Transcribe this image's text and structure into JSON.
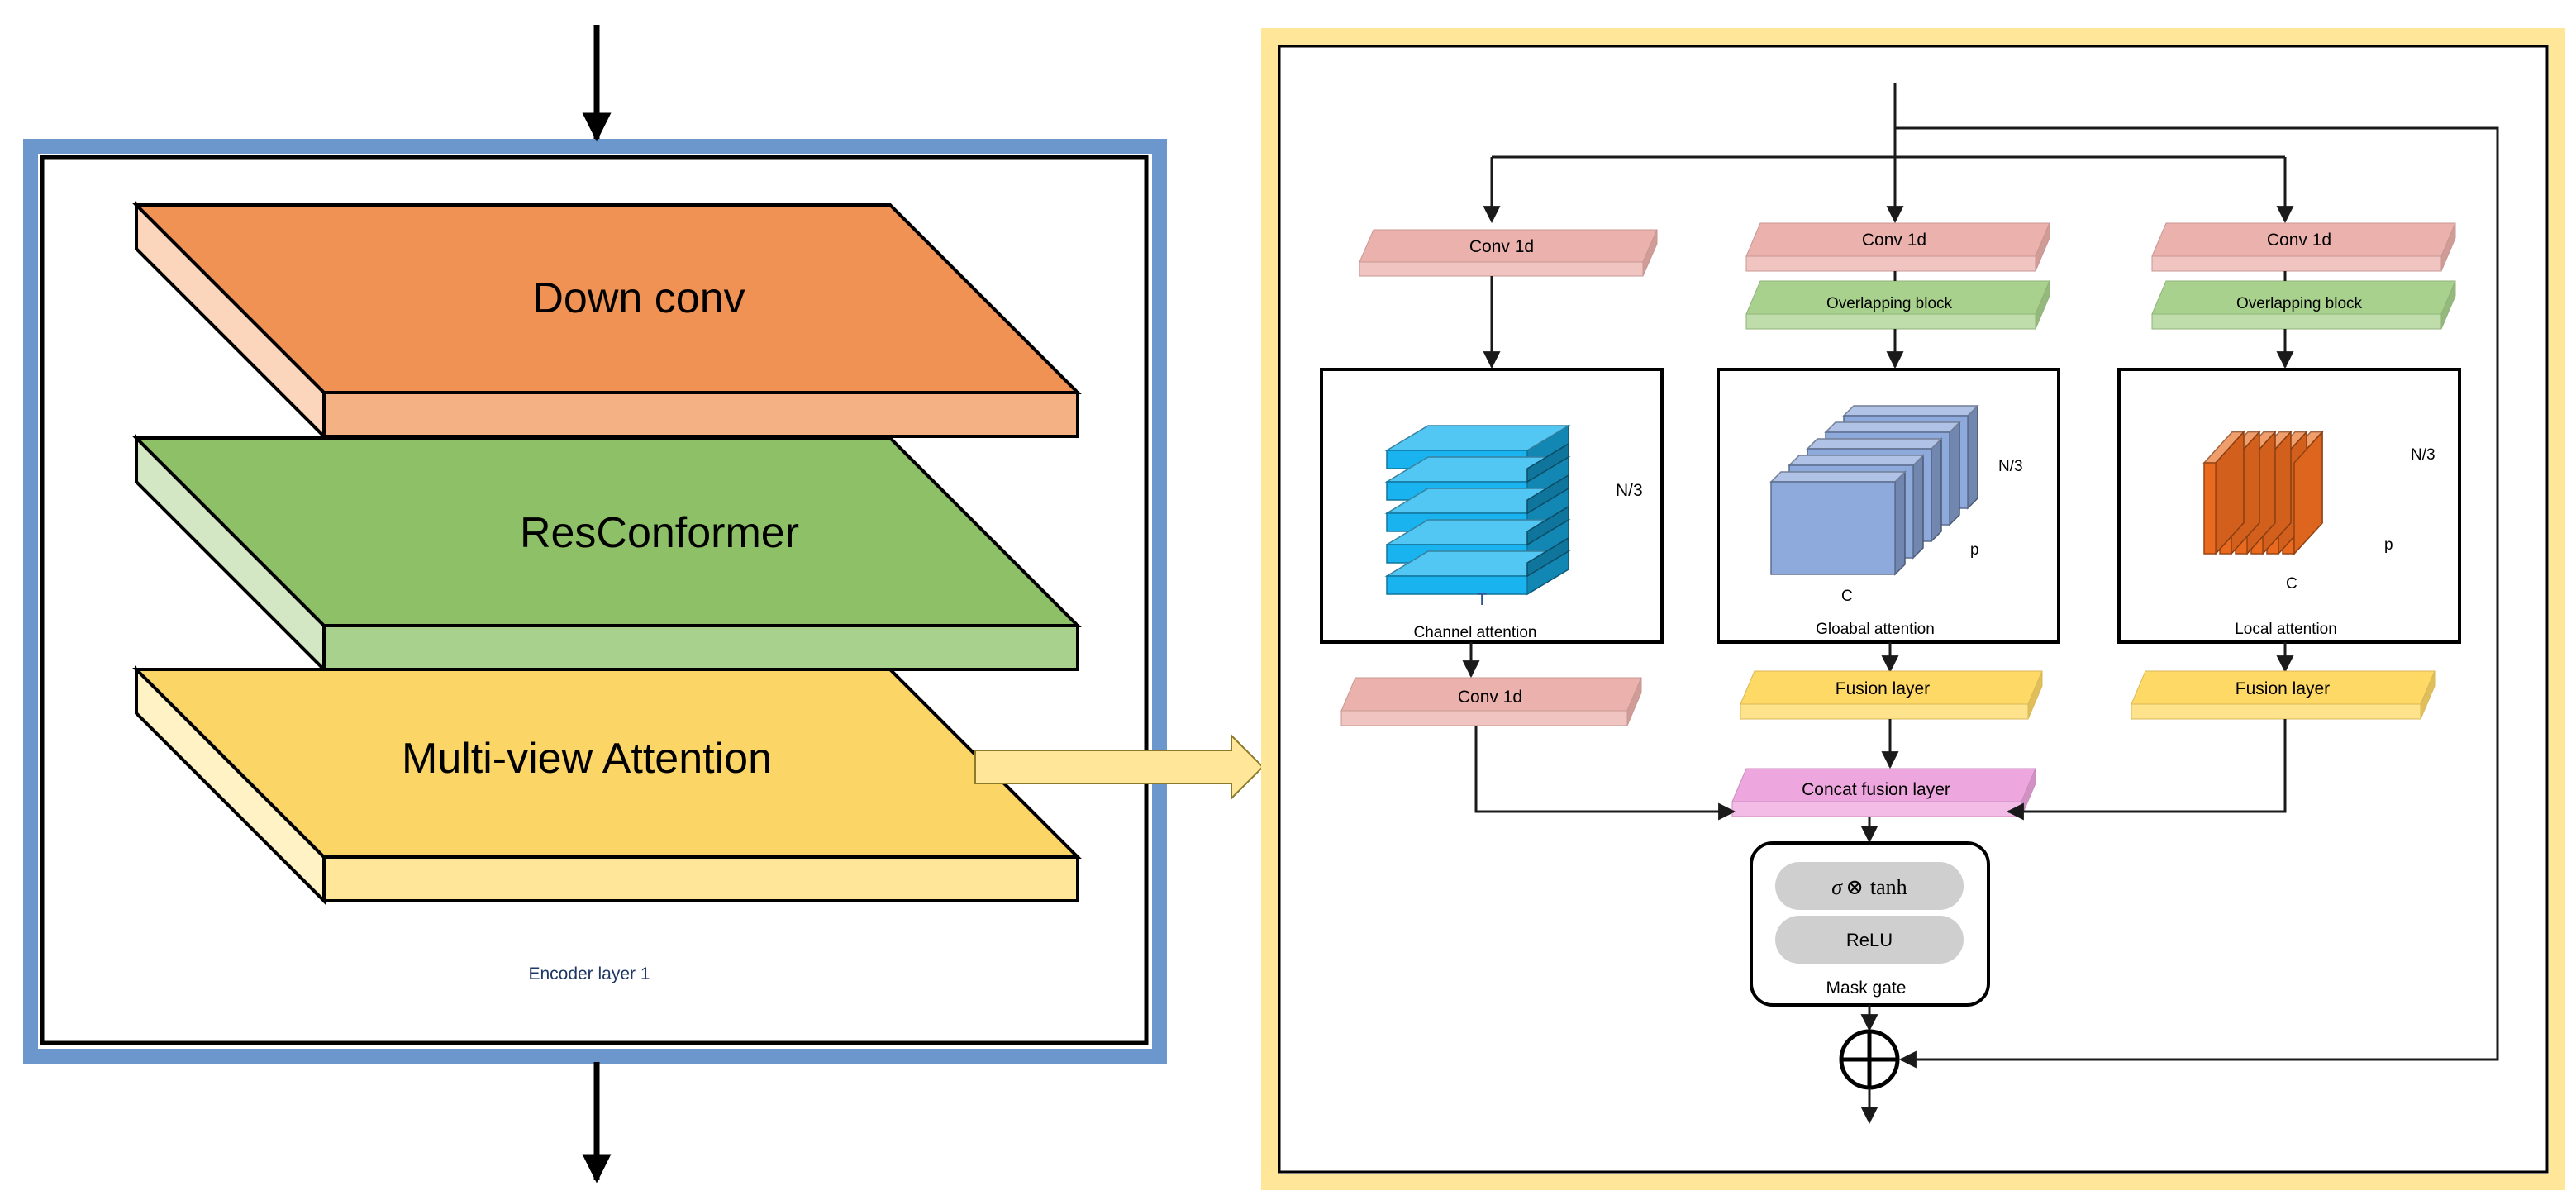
{
  "left_panel": {
    "layers": [
      {
        "label": "Down conv",
        "top_color": "#F09254",
        "front_color": "#F4B183",
        "side_color": "#FBD5BC"
      },
      {
        "label": "ResConformer",
        "top_color": "#8DC067",
        "front_color": "#A9D18E",
        "side_color": "#D3E7C4"
      },
      {
        "label": "Multi-view Attention",
        "top_color": "#FBD565",
        "front_color": "#FFE699",
        "side_color": "#FFF2C4"
      }
    ],
    "caption": "Encoder layer 1",
    "frame_color": "#6C97CC"
  },
  "right_panel": {
    "frame_color": "#FFE699",
    "branch_channel": {
      "conv_top": "Conv 1d",
      "box_label": "Channel attention",
      "dim_depth": "N/3",
      "dim_len": "T",
      "conv_bottom": "Conv 1d"
    },
    "branch_global": {
      "conv_top": "Conv 1d",
      "overlap": "Overlapping block",
      "box_label": "Gloabal attention",
      "dim_depth": "N/3",
      "dim_p": "p",
      "dim_c": "C",
      "fusion": "Fusion layer"
    },
    "branch_local": {
      "conv_top": "Conv 1d",
      "overlap": "Overlapping block",
      "box_label": "Local attention",
      "dim_depth": "N/3",
      "dim_p": "p",
      "dim_c": "C",
      "fusion": "Fusion layer"
    },
    "concat": "Concat fusion layer",
    "mask_gate": {
      "op_sigma": "σ",
      "op_otimes": "⊗",
      "op_tanh": "tanh",
      "relu": "ReLU",
      "label": "Mask gate"
    }
  },
  "colors": {
    "conv": "#EBB1AC",
    "overlap": "#A9D18E",
    "fusion": "#FFD966",
    "concat": "#EDA6DE",
    "pill": "#CFCFCF",
    "cyan_slab": "#19B4F0",
    "blue_sheet": "#8EA9DB",
    "orange_sheet": "#E96A1F"
  }
}
